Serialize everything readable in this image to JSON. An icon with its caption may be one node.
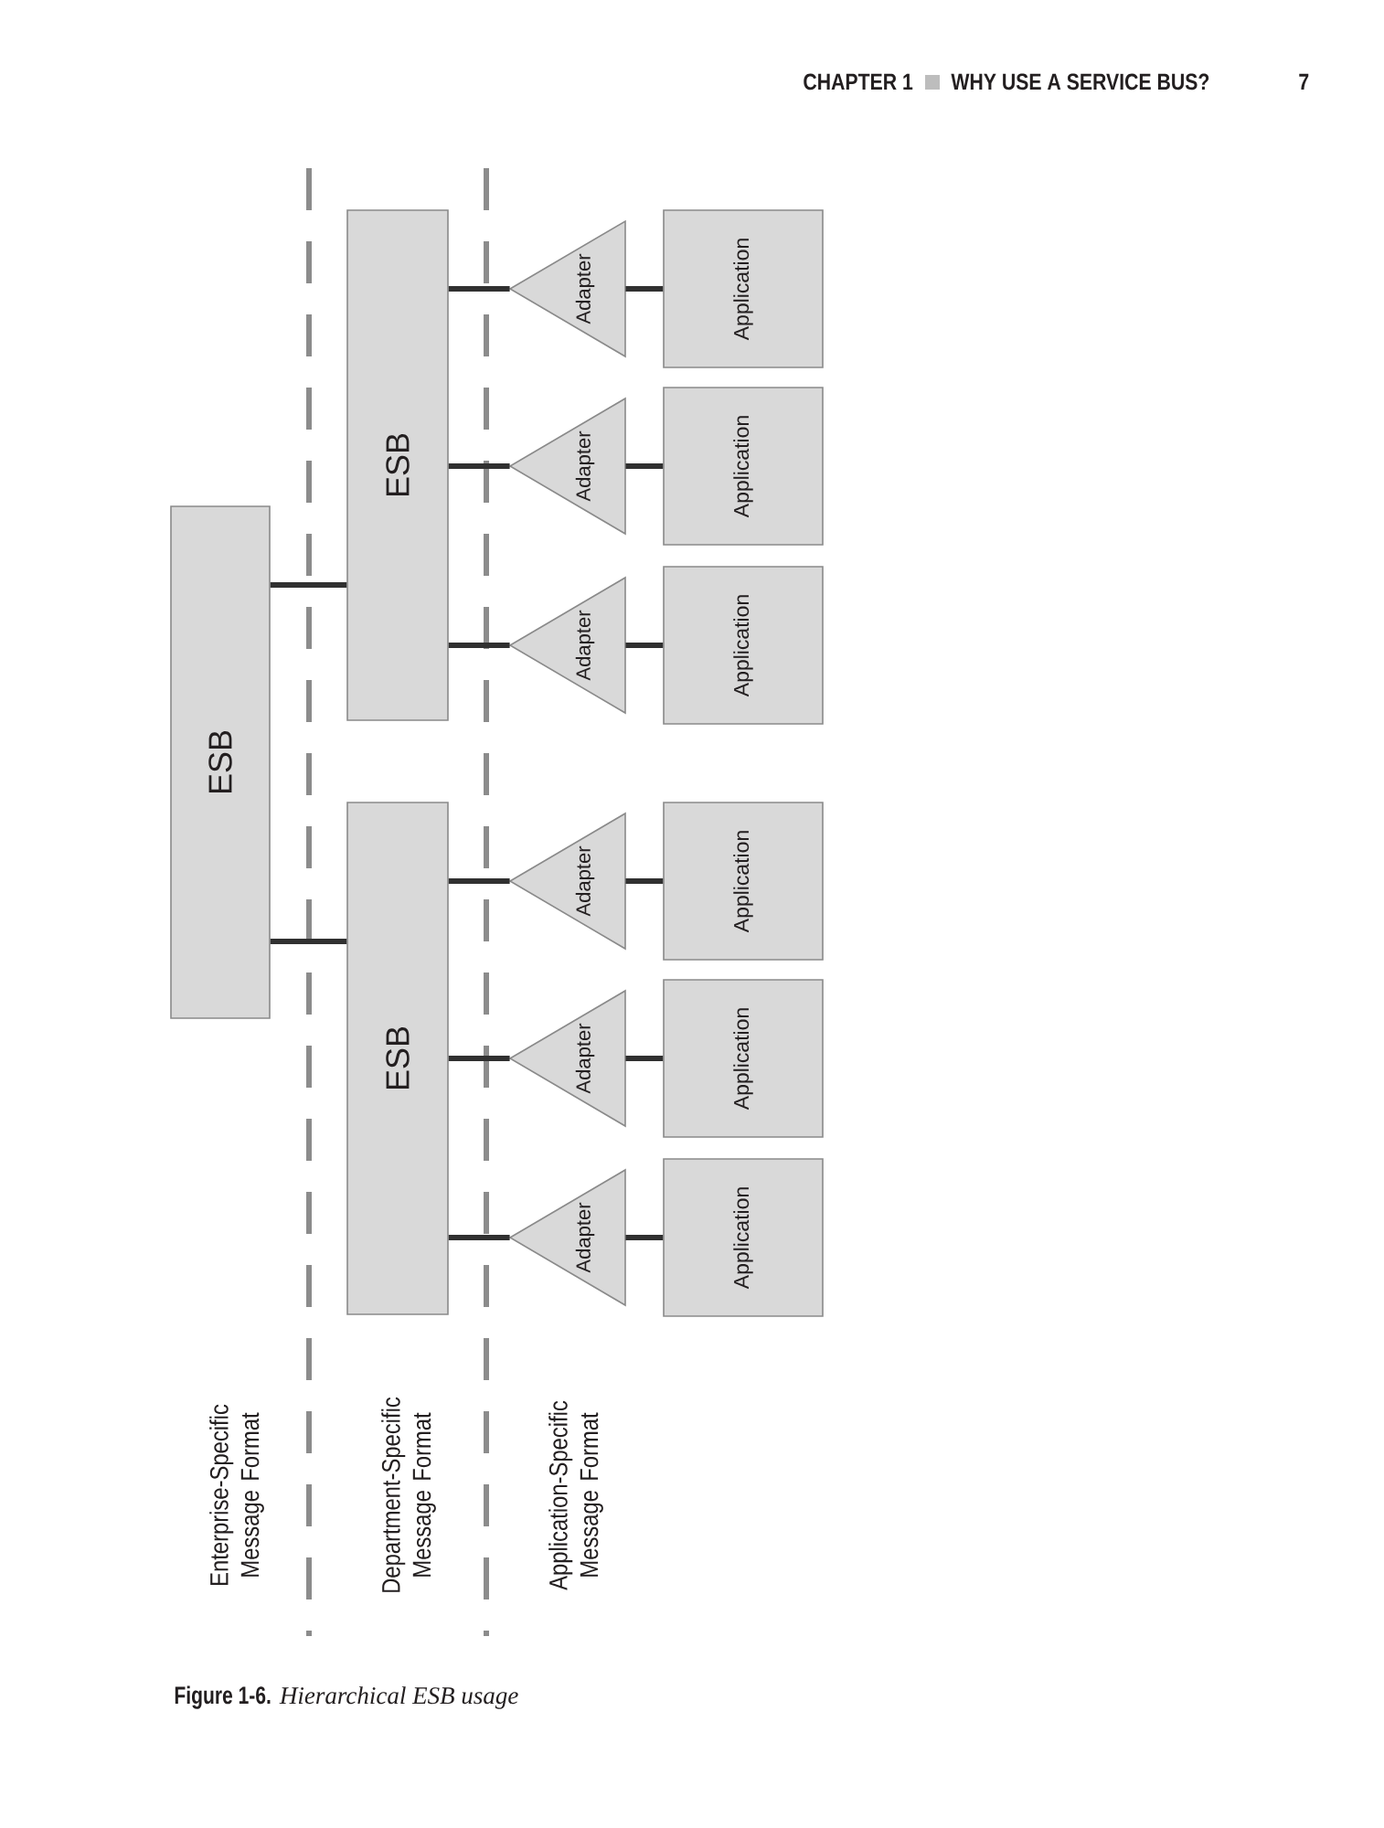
{
  "diagram": {
    "caption": "**Figure 1-6.** *Hierarchical ESB usage*",
    "nodes": [
      {
        "text": [
          "ESB"
        ]
      },
      {
        "text": [
          "ESB"
        ]
      },
      {
        "text": [
          "ESB"
        ]
      },
      {
        "text": [
          "Adapter"
        ]
      },
      {
        "text": [
          "Adapter"
        ]
      },
      {
        "text": [
          "Adapter"
        ]
      },
      {
        "text": [
          "Adapter"
        ]
      },
      {
        "text": [
          "Adapter"
        ]
      },
      {
        "text": [
          "Adapter"
        ]
      },
      {
        "text": [
          "Application"
        ]
      },
      {
        "text": [
          "Application"
        ]
      },
      {
        "text": [
          "Application"
        ]
      },
      {
        "text": [
          "Application"
        ]
      },
      {
        "text": [
          "Application"
        ]
      },
      {
        "text": [
          "Application"
        ]
      }
    ],
    "edges": [
      {
        "from": 0,
        "to": 1,
        "arrow": "none"
      },
      {
        "from": 0,
        "to": 2,
        "arrow": "none"
      },
      {
        "from": 1,
        "to": 3,
        "arrow": "none"
      },
      {
        "from": 1,
        "to": 4,
        "arrow": "none"
      },
      {
        "from": 1,
        "to": 5,
        "arrow": "none"
      },
      {
        "from": 2,
        "to": 6,
        "arrow": "none"
      },
      {
        "from": 2,
        "to": 7,
        "arrow": "none"
      },
      {
        "from": 2,
        "to": 8,
        "arrow": "none"
      },
      {
        "from": 3,
        "to": 9,
        "arrow": "none"
      },
      {
        "from": 4,
        "to": 10,
        "arrow": "none"
      },
      {
        "from": 5,
        "to": 11,
        "arrow": "none"
      },
      {
        "from": 6,
        "to": 12,
        "arrow": "none"
      },
      {
        "from": 7,
        "to": 13,
        "arrow": "none"
      },
      {
        "from": 8,
        "to": 14,
        "arrow": "none"
      }
    ],
    "labels": [
      "CHAPTER 1",
      "WHY USE A SERVICE BUS?",
      "7",
      "Enterprise-Specific Message Format",
      "Department-Specific Message Format",
      "Application-Specific Message Format"
    ]
  }
}
